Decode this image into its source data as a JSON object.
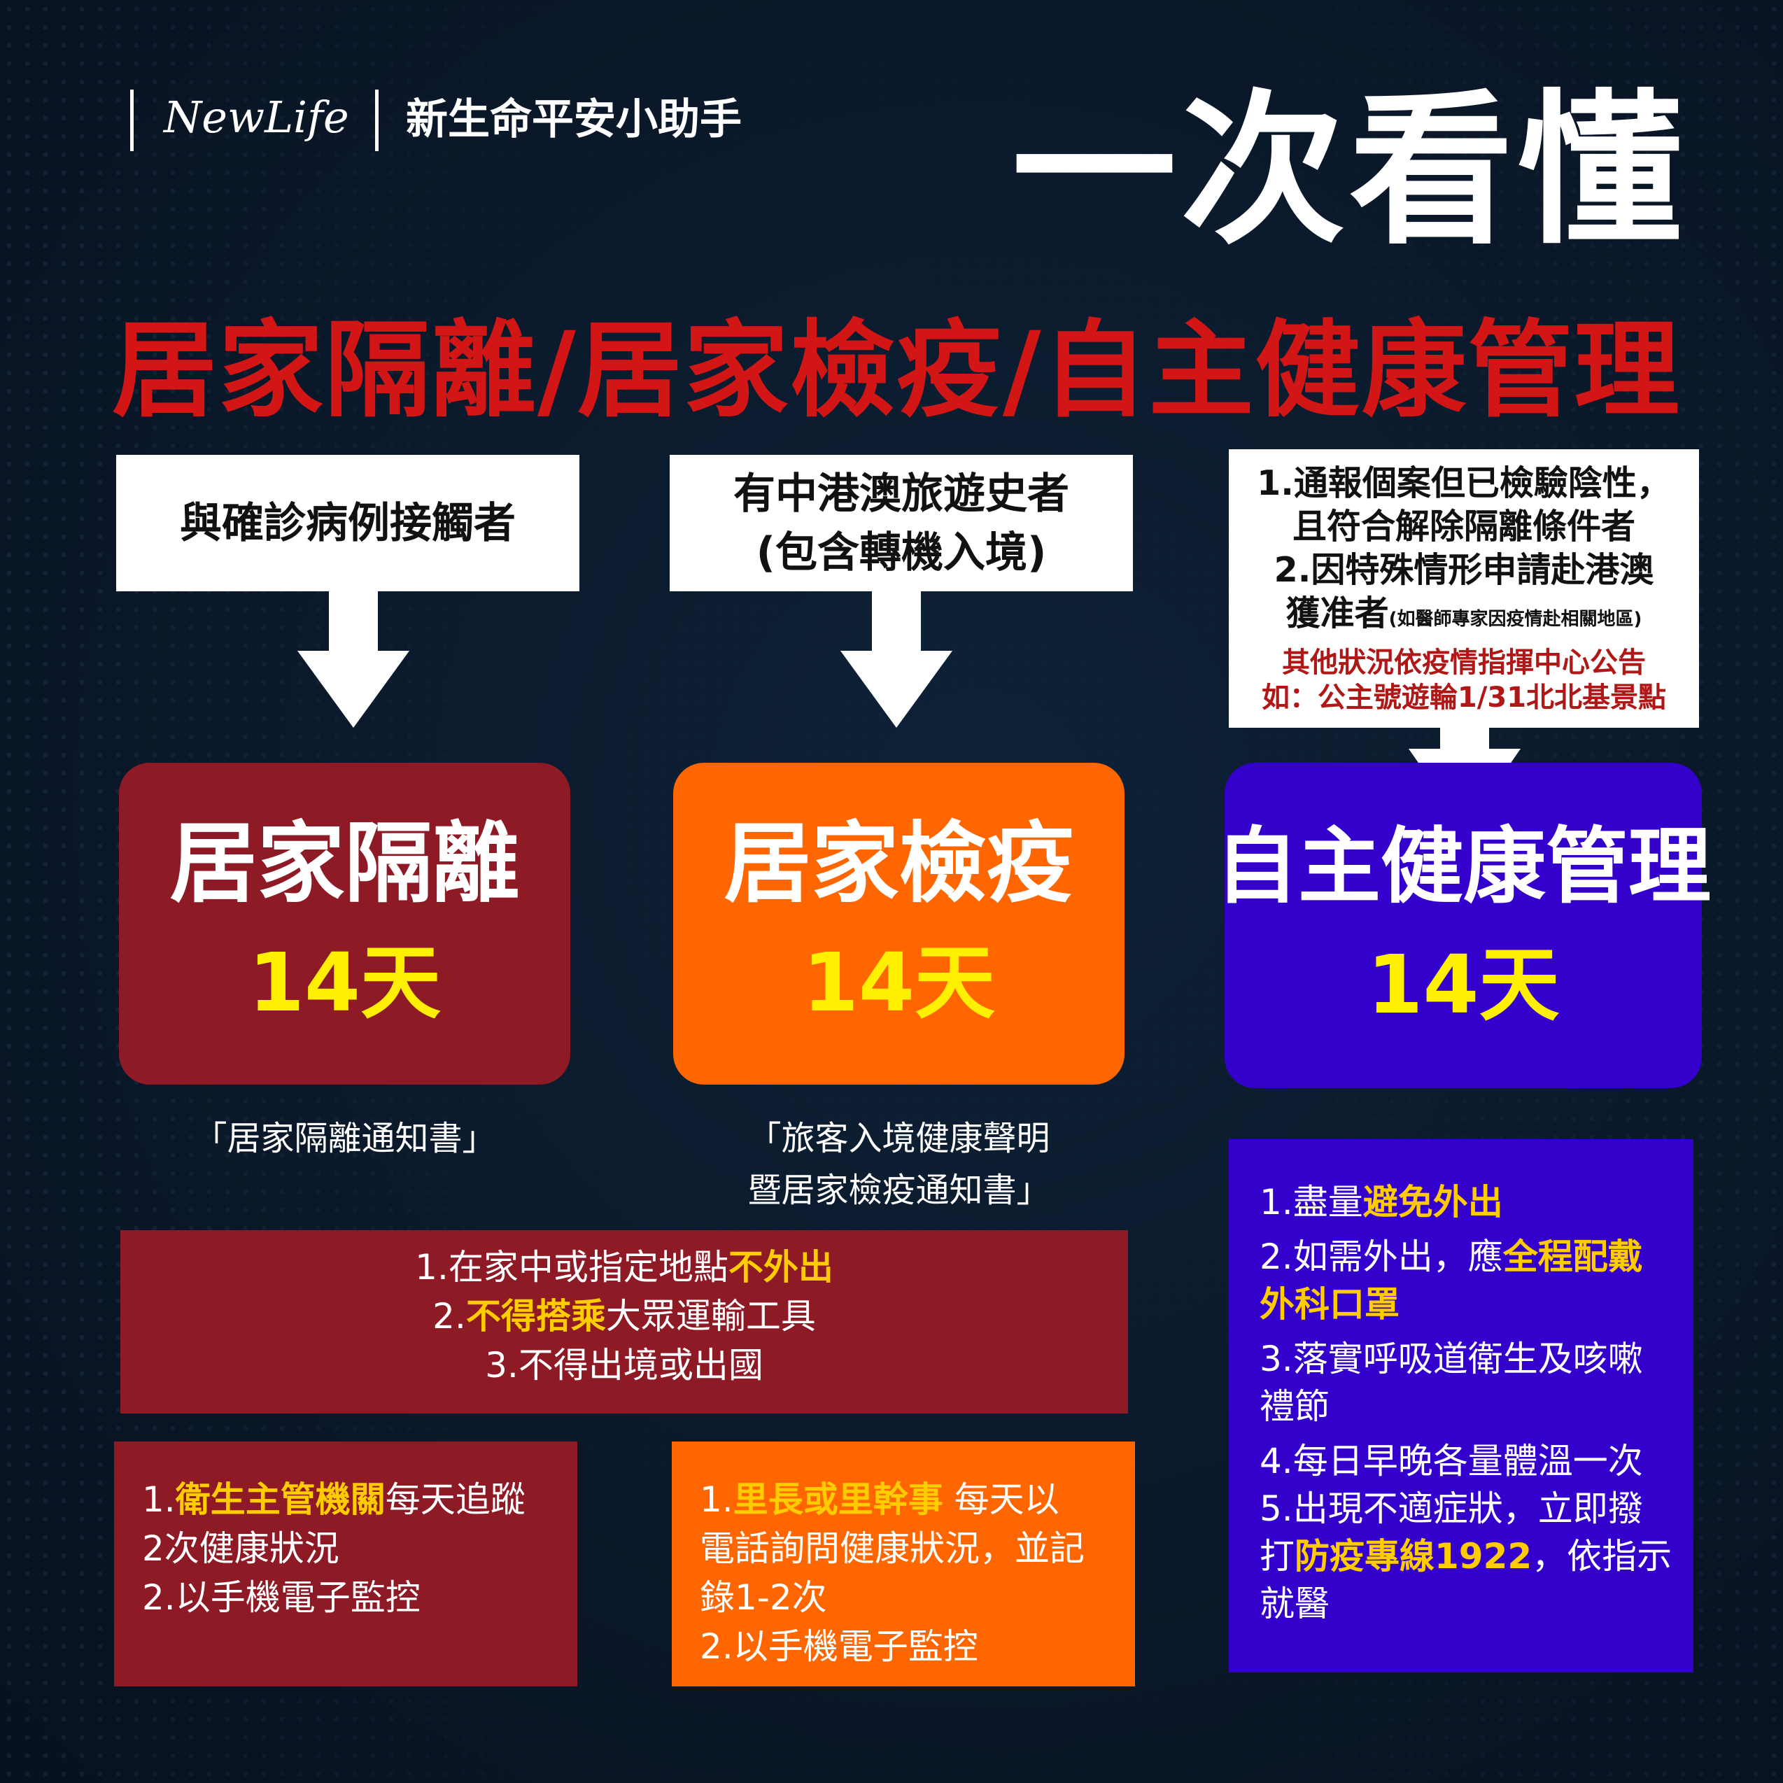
{
  "header": {
    "logo_text": "NewLife",
    "brand_name": "新生命平安小助手",
    "big_title": "一次看懂",
    "subtitle": "居家隔離/居家檢疫/自主健康管理"
  },
  "colors": {
    "background": "#0b1a2c",
    "red_title": "#d21616",
    "isolation": "#8e1a26",
    "quarantine": "#ff6600",
    "self_management": "#3300cc",
    "highlight": "#ffcc00",
    "days": "#ffef00"
  },
  "columns": {
    "isolation": {
      "condition": [
        "與確診病例接觸者"
      ],
      "name": "居家隔離",
      "days": "14天",
      "notice": [
        "「居家隔離通知書」"
      ],
      "monitoring": {
        "r1_num": "1.",
        "r1_hl": "衛生主管機關",
        "r1_rest": "每天追蹤",
        "r2": "2次健康狀況",
        "r3": "2.以手機電子監控"
      }
    },
    "quarantine": {
      "condition": [
        "有中港澳旅遊史者",
        "(包含轉機入境)"
      ],
      "name": "居家檢疫",
      "days": "14天",
      "notice": [
        "「旅客入境健康聲明",
        "暨居家檢疫通知書」"
      ],
      "monitoring": {
        "r1_num": "1.",
        "r1_hl": "里長或里幹事",
        "r1_rest": " 每天以",
        "r2": "電話詢問健康狀況，並記",
        "r3": "錄1-2次",
        "r4": "2.以手機電子監控"
      }
    },
    "self_management": {
      "condition": {
        "l1": "1.通報個案但已檢驗陰性，",
        "l2": "且符合解除隔離條件者",
        "l3": "2.因特殊情形申請赴港澳",
        "l4_main": "獲准者",
        "l4_small": "(如醫師專家因疫情赴相關地區)",
        "l5": "其他狀況依疫情指揮中心公告",
        "l6": "如：公主號遊輪1/31北北基景點"
      },
      "name": "自主健康管理",
      "days": "14天",
      "rules": {
        "r1_pre": "1.盡量",
        "r1_hl": "避免外出",
        "r2_pre": "2.如需外出，應",
        "r2_hl": "全程配戴",
        "r3_hl": "外科口罩",
        "r4": "3.落實呼吸道衛生及咳嗽",
        "r5": "禮節",
        "r6": "4.每日早晚各量體溫一次",
        "r7": "5.出現不適症狀，立即撥",
        "r8_pre": "打",
        "r8_hl": "防疫專線1922",
        "r8_post": "，依指示",
        "r9": "就醫"
      }
    }
  },
  "shared_rules": {
    "r1_pre": "1.在家中或指定地點",
    "r1_hl": "不外出",
    "r2_pre": "2.",
    "r2_hl": "不得搭乘",
    "r2_post": "大眾運輸工具",
    "r3": "3.不得出境或出國"
  }
}
